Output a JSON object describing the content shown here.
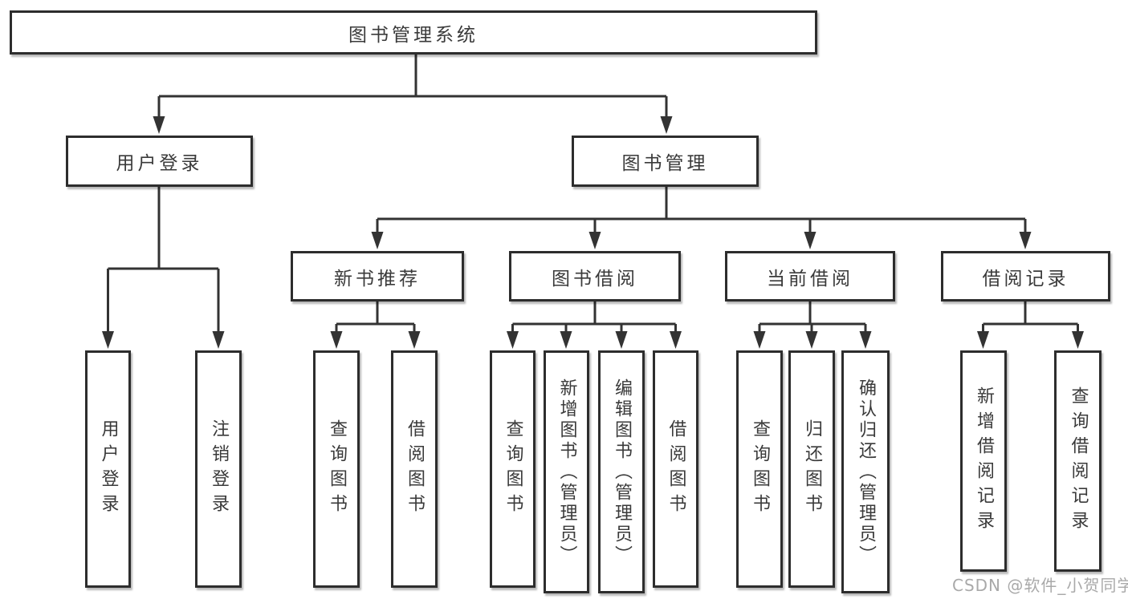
{
  "root": {
    "label": "图书管理系统"
  },
  "level2": {
    "user_login": {
      "label": "用户登录"
    },
    "book_management": {
      "label": "图书管理"
    }
  },
  "level3": {
    "new_book": {
      "label": "新书推荐"
    },
    "book_borrow": {
      "label": "图书借阅"
    },
    "current_borrow": {
      "label": "当前借阅"
    },
    "borrow_records": {
      "label": "借阅记录"
    }
  },
  "leaves": {
    "user_login": [
      "用户登录",
      "注销登录"
    ],
    "new_book": [
      "查询图书",
      "借阅图书"
    ],
    "book_borrow": [
      "查询图书",
      "新增图书（管理员）",
      "编辑图书（管理员）",
      "借阅图书"
    ],
    "current_borrow": [
      "查询图书",
      "归还图书",
      "确认归还（管理员）"
    ],
    "borrow_records": [
      "新增借阅记录",
      "查询借阅记录"
    ]
  },
  "watermark": {
    "text": "CSDN @软件_小贺同学"
  },
  "colors": {
    "line": "#333333",
    "box_border": "#2d2d2d",
    "text": "#3a3a3a",
    "background": "#ffffff",
    "watermark": "#a9a9a9"
  }
}
